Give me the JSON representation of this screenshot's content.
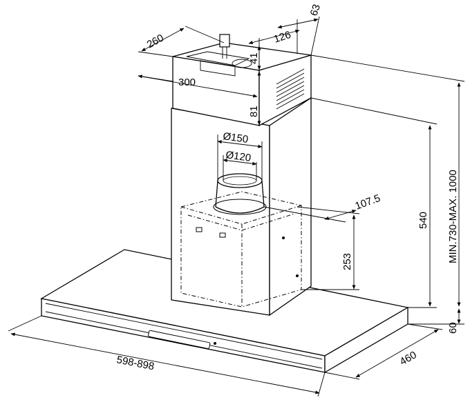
{
  "diagram": {
    "dimensions": {
      "duct_depth": "260",
      "duct_width": "300",
      "top_offset_a": "126",
      "top_offset_b": "63",
      "bracket_a": "41",
      "bracket_b": "81",
      "outlet_diameter_large": "Ø150",
      "outlet_diameter_small": "Ø120",
      "outlet_offset": "107.5",
      "motor_height": "253",
      "chimney_height": "540",
      "total_height_range": "MIN.730-MAX. 1000",
      "canopy_height": "60",
      "canopy_depth": "460",
      "canopy_width_range": "598-898"
    }
  }
}
